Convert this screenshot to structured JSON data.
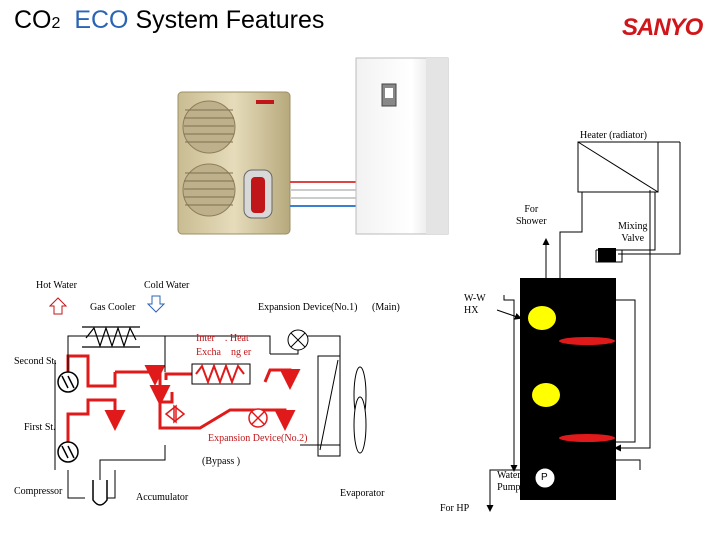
{
  "title": {
    "co": "CO",
    "sub": "2",
    "eco": "ECO",
    "rest": "System Features"
  },
  "logo": "SANYO",
  "labels": {
    "heater": "Heater (radiator)",
    "for_shower": "For\nShower",
    "mixing_valve": "Mixing\nValve",
    "hot_water": "Hot Water",
    "cold_water": "Cold Water",
    "gas_cooler": "Gas Cooler",
    "expansion_device_1": "Expansion Device(No.1)",
    "main": "(Main)",
    "ww_hx": "W-W\nHX",
    "inter_heat_exchanger": "Inter　. Heat\nExcha　ng er",
    "second_st": "Second St.",
    "first_st": "First St.",
    "expansion_device_2": "Expansion Device(No.2)",
    "bypass": "(Bypass )",
    "compressor": "Compressor",
    "accumulator": "Accumulator",
    "evaporator": "Evaporator",
    "water_pump": "Water\nPump",
    "pump_symbol": "P",
    "for_hp": "For HP"
  },
  "colors": {
    "refrigerant": "#e01a1a",
    "eco_blue": "#2a64b5",
    "brand_red": "#d0161a",
    "tank": "#000000",
    "heater_coil": "#e8a000",
    "sensor": "#ffff00"
  }
}
